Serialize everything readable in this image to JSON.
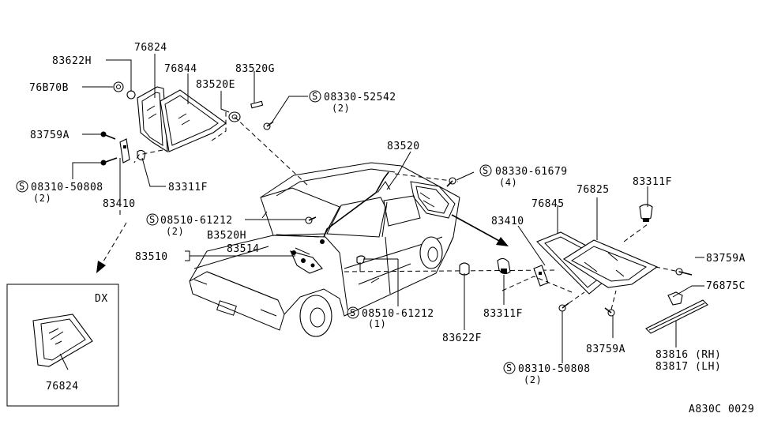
{
  "labels": {
    "p83622H": "83622H",
    "p76824_top": "76824",
    "p76870B": "76B70B",
    "p76844": "76844",
    "p83520G": "83520G",
    "p83520E": "83520E",
    "s08330_52542": "08330-52542",
    "s08330_52542_qty": "(2)",
    "p83759A_l": "83759A",
    "s08310_50808_l": "08310-50808",
    "s08310_50808_l_qty": "(2)",
    "p83311F_l": "83311F",
    "p83410_l": "83410",
    "p83520": "83520",
    "s08330_61679": "08330-61679",
    "s08330_61679_qty": "(4)",
    "s08510_61212_a": "08510-61212",
    "s08510_61212_a_qty": "(2)",
    "p83520H": "B3520H",
    "p83510": "83510",
    "p83514": "83514",
    "s08510_61212_b": "08510-61212",
    "s08510_61212_b_qty": "(1)",
    "p83622F": "83622F",
    "p83410_r": "83410",
    "p83311F_bottom": "83311F",
    "p76845": "76845",
    "p76825": "76825",
    "p83311F_r": "83311F",
    "p83759A_r": "83759A",
    "p76875C": "76875C",
    "p83759A_b": "83759A",
    "p83816": "83816 (RH)",
    "p83817": "83817 (LH)",
    "s08310_50808_r": "08310-50808",
    "s08310_50808_r_qty": "(2)",
    "inset_title": "DX",
    "inset_part": "76824",
    "diagram_code": "A830C 0029",
    "screw_symbol": "S"
  }
}
